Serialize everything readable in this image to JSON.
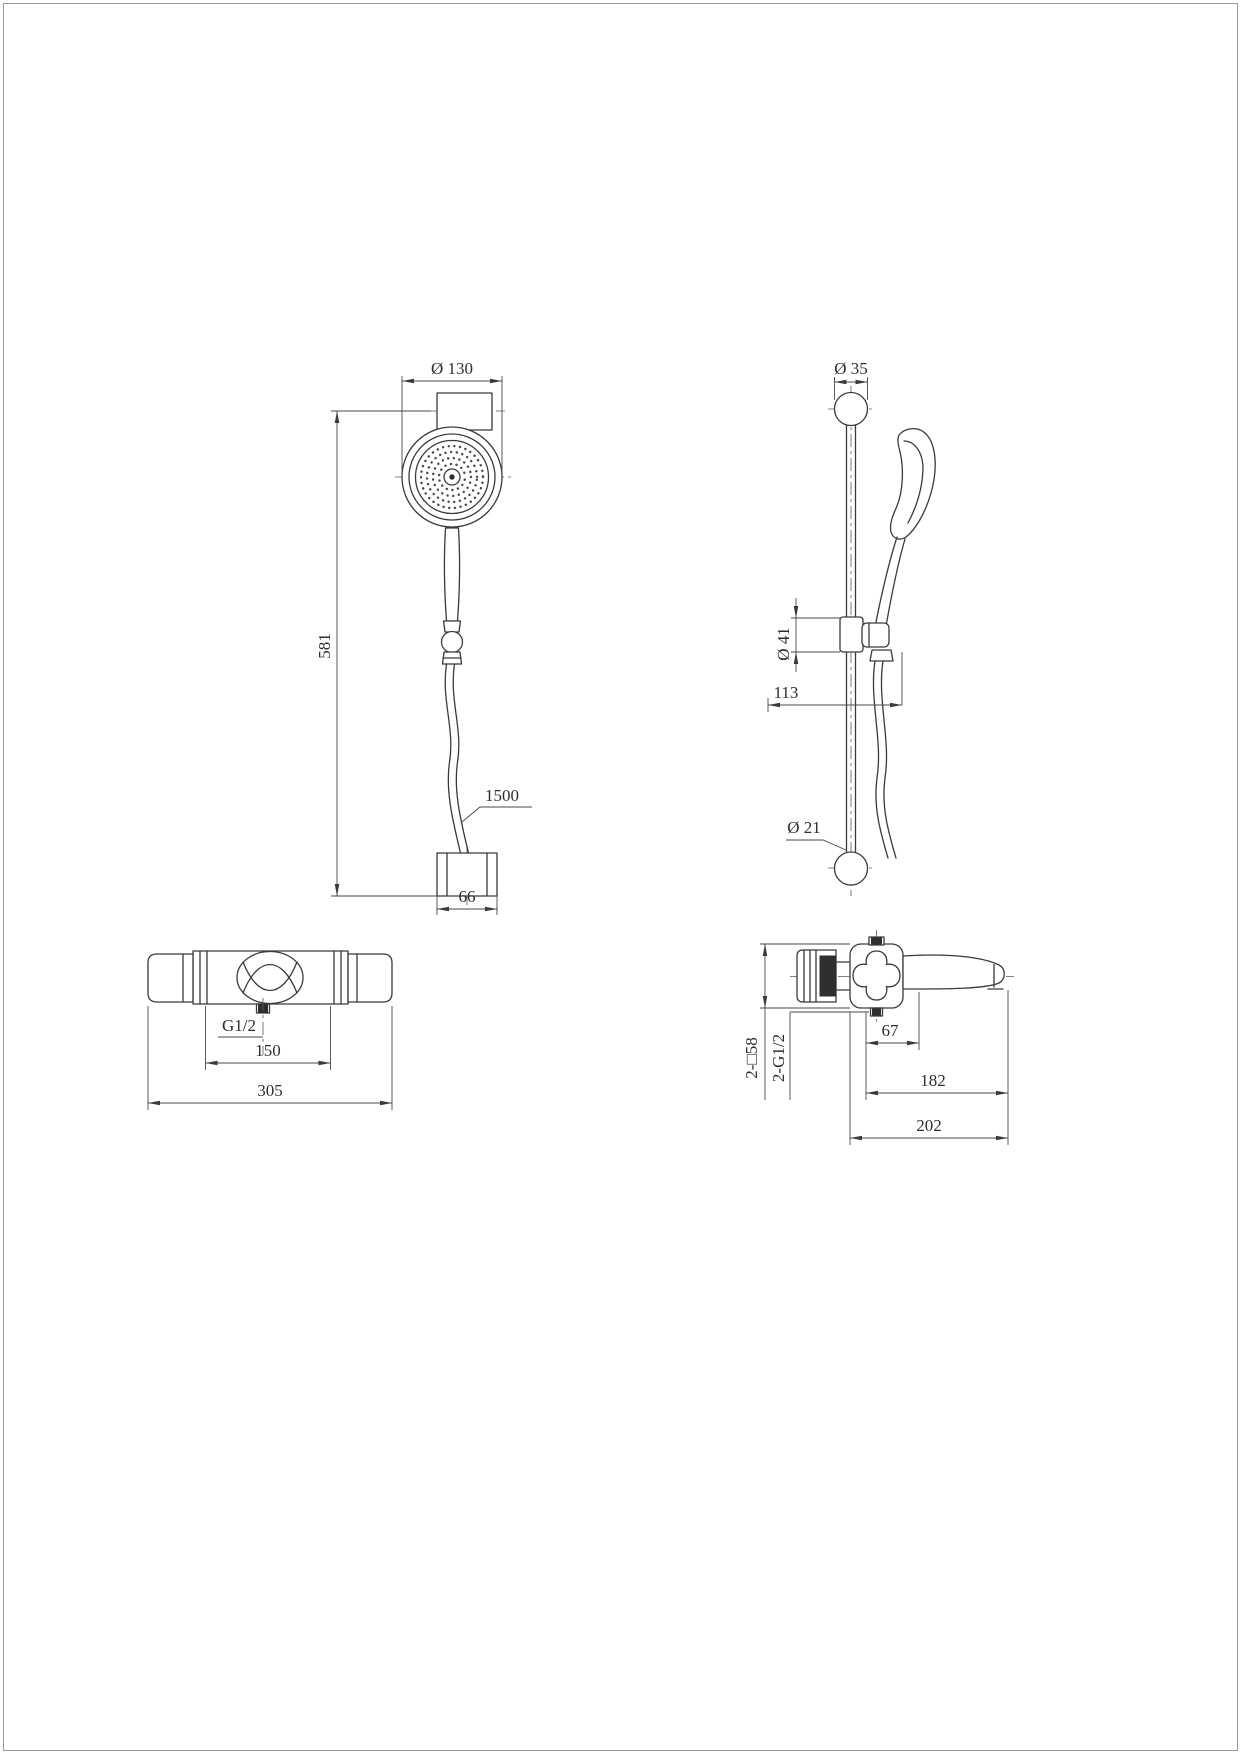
{
  "drawing": {
    "background": "#ffffff",
    "line_color": "#3a3a3a"
  },
  "views": {
    "handshower_front": {
      "dims": {
        "head_diameter": "Ø 130",
        "overall_height": "581",
        "hose_length": "1500",
        "elbow_width": "66"
      }
    },
    "slide_bar_side": {
      "dims": {
        "end_cap_diameter": "Ø 35",
        "holder_diameter": "Ø 41",
        "holder_offset": "113",
        "bar_diameter": "Ø 21"
      }
    },
    "mixer_front": {
      "dims": {
        "outlet_thread": "G1/2",
        "inlet_spacing": "150",
        "overall_width": "305"
      }
    },
    "mixer_side": {
      "dims": {
        "escutcheon_size": "2-□58",
        "inlet_thread": "2-G1/2",
        "spout_offset": "67",
        "spout_reach": "182",
        "overall_depth": "202"
      }
    }
  }
}
